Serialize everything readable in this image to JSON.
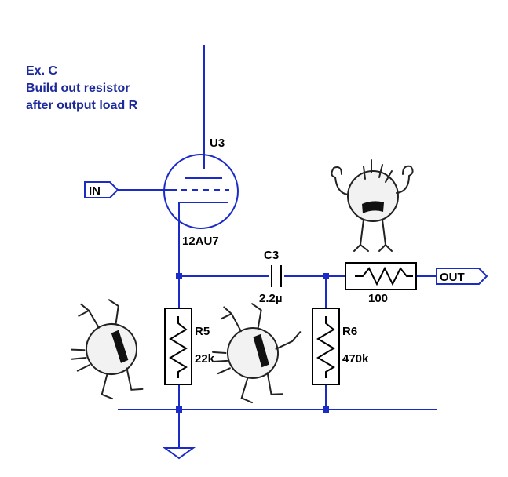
{
  "note": {
    "line1": "Ex. C",
    "line2": "Build out resistor",
    "line3": "after output load R"
  },
  "tube": {
    "ref": "U3",
    "value": "12AU7"
  },
  "capacitor": {
    "ref": "C3",
    "value": "2.2µ"
  },
  "resistor_out": {
    "value": "100"
  },
  "resistor_r5": {
    "ref": "R5",
    "value": "22k"
  },
  "resistor_r6": {
    "ref": "R6",
    "value": "470k"
  },
  "ports": {
    "input": "IN",
    "output": "OUT"
  },
  "colors": {
    "wire": "#1a2bc8",
    "note_text": "#1c2a9c",
    "component": "#000000"
  },
  "icons": [
    "ground-symbol-icon",
    "muscle-man-icon",
    "running-man-icon"
  ]
}
